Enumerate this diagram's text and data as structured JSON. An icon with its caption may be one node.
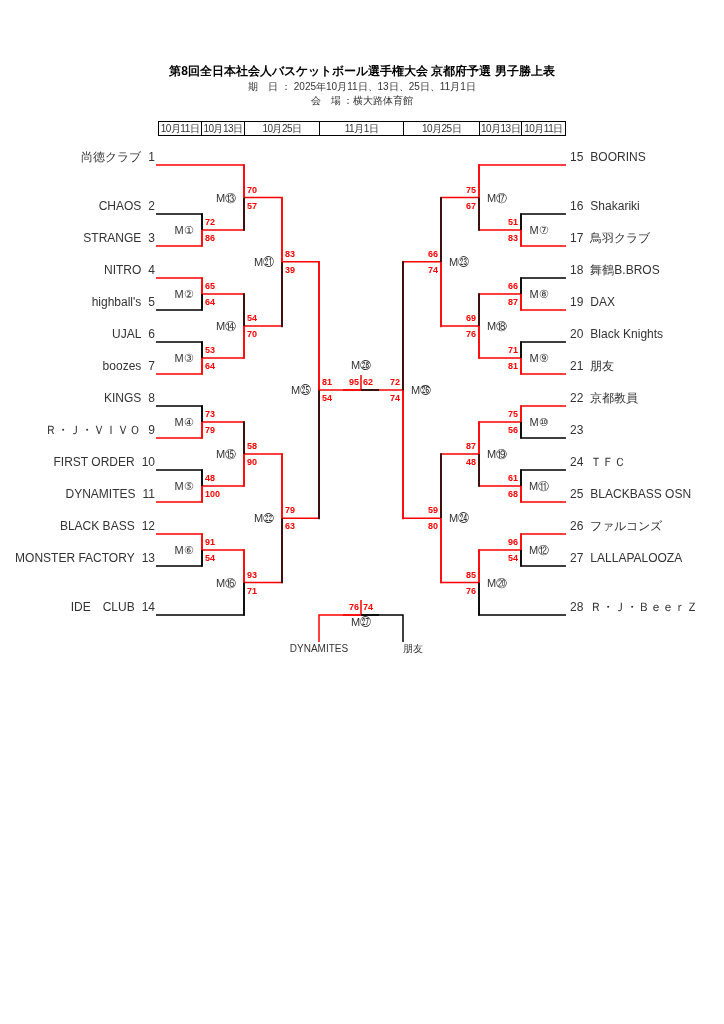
{
  "diagram": {
    "title": "第8回全日本社会人バスケットボール選手権大会 京都府予選 男子勝上表",
    "nodes": [
      {
        "text": [
          "尚徳クラブ",
          "1"
        ]
      },
      {
        "text": [
          "CHAOS",
          "2"
        ]
      },
      {
        "text": [
          "STRANGE",
          "3"
        ]
      },
      {
        "text": [
          "NITRO",
          "4"
        ]
      },
      {
        "text": [
          "highball's",
          "5"
        ]
      },
      {
        "text": [
          "UJAL",
          "6"
        ]
      },
      {
        "text": [
          "boozes",
          "7"
        ]
      },
      {
        "text": [
          "KINGS",
          "8"
        ]
      },
      {
        "text": [
          "Ｒ・Ｊ・ＶＩＶＯ",
          "9"
        ]
      },
      {
        "text": [
          "FIRST ORDER",
          "10"
        ]
      },
      {
        "text": [
          "DYNAMITES",
          "11"
        ]
      },
      {
        "text": [
          "BLACK BASS",
          "12"
        ]
      },
      {
        "text": [
          "MONSTER FACTORY",
          "13"
        ]
      },
      {
        "text": [
          "IDE　CLUB",
          "14"
        ]
      },
      {
        "text": [
          "15",
          "BOORINS"
        ]
      },
      {
        "text": [
          "16",
          "Shakariki"
        ]
      },
      {
        "text": [
          "17",
          "鳥羽クラブ"
        ]
      },
      {
        "text": [
          "18",
          "舞鶴B.BROS"
        ]
      },
      {
        "text": [
          "19",
          "DAX"
        ]
      },
      {
        "text": [
          "20",
          "Black Knights"
        ]
      },
      {
        "text": [
          "21",
          "朋友"
        ]
      },
      {
        "text": [
          "22",
          "京都教員"
        ]
      },
      {
        "text": [
          "23"
        ]
      },
      {
        "text": [
          "24",
          "ＴＦＣ"
        ]
      },
      {
        "text": [
          "25",
          "BLACKBASS OSN"
        ]
      },
      {
        "text": [
          "26",
          "ファルコンズ"
        ]
      },
      {
        "text": [
          "27",
          "LALLAPALOOZA"
        ]
      },
      {
        "text": [
          "28",
          "Ｒ・Ｊ・ＢｅｅｒＺ"
        ]
      },
      {
        "text": [
          "M①"
        ]
      },
      {
        "text": [
          "M②"
        ]
      },
      {
        "text": [
          "M③"
        ]
      },
      {
        "text": [
          "M④"
        ]
      },
      {
        "text": [
          "M⑤"
        ]
      },
      {
        "text": [
          "M⑥"
        ]
      },
      {
        "text": [
          "M⑦"
        ]
      },
      {
        "text": [
          "M⑧"
        ]
      },
      {
        "text": [
          "M⑨"
        ]
      },
      {
        "text": [
          "M⑩"
        ]
      },
      {
        "text": [
          "M⑪"
        ]
      },
      {
        "text": [
          "M⑫"
        ]
      },
      {
        "text": [
          "M⑬"
        ]
      },
      {
        "text": [
          "M⑭"
        ]
      },
      {
        "text": [
          "M⑮"
        ]
      },
      {
        "text": [
          "M⑯"
        ]
      },
      {
        "text": [
          "M⑰"
        ]
      },
      {
        "text": [
          "M⑱"
        ]
      },
      {
        "text": [
          "M⑲"
        ]
      },
      {
        "text": [
          "M⑳"
        ]
      },
      {
        "text": [
          "M㉑"
        ]
      },
      {
        "text": [
          "M㉒"
        ]
      },
      {
        "text": [
          "M㉓"
        ]
      },
      {
        "text": [
          "M㉔"
        ]
      },
      {
        "text": [
          "M㉕"
        ]
      },
      {
        "text": [
          "M㉖"
        ]
      },
      {
        "text": [
          "M㉗"
        ]
      },
      {
        "text": [
          "M㉘"
        ]
      },
      {
        "text": [
          "DYNAMITES"
        ]
      },
      {
        "text": [
          "朋友"
        ]
      }
    ],
    "edges": [
      {
        "from": 1,
        "to": 28,
        "arrow": "none",
        "label": "72",
        "color": "#000000"
      },
      {
        "from": 2,
        "to": 28,
        "arrow": "none",
        "label": "86"
      },
      {
        "from": 3,
        "to": 29,
        "arrow": "none",
        "label": "65"
      },
      {
        "from": 4,
        "to": 29,
        "arrow": "none",
        "label": "64",
        "color": "#000000"
      },
      {
        "from": 5,
        "to": 30,
        "arrow": "none",
        "label": "53",
        "color": "#000000"
      },
      {
        "from": 6,
        "to": 30,
        "arrow": "none",
        "label": "64"
      },
      {
        "from": 7,
        "to": 31,
        "arrow": "none",
        "label": "73",
        "color": "#000000"
      },
      {
        "from": 8,
        "to": 31,
        "arrow": "none",
        "label": "79"
      },
      {
        "from": 9,
        "to": 32,
        "arrow": "none",
        "label": "48",
        "color": "#000000"
      },
      {
        "from": 10,
        "to": 32,
        "arrow": "none",
        "label": "100"
      },
      {
        "from": 11,
        "to": 33,
        "arrow": "none",
        "label": "91"
      },
      {
        "from": 12,
        "to": 33,
        "arrow": "none",
        "label": "54",
        "color": "#000000"
      },
      {
        "from": 15,
        "to": 34,
        "arrow": "none",
        "label": "51",
        "color": "#000000"
      },
      {
        "from": 16,
        "to": 34,
        "arrow": "none",
        "label": "83"
      },
      {
        "from": 17,
        "to": 35,
        "arrow": "none",
        "label": "66",
        "color": "#000000"
      },
      {
        "from": 18,
        "to": 35,
        "arrow": "none",
        "label": "87"
      },
      {
        "from": 19,
        "to": 36,
        "arrow": "none",
        "label": "71",
        "color": "#000000"
      },
      {
        "from": 20,
        "to": 36,
        "arrow": "none",
        "label": "81"
      },
      {
        "from": 21,
        "to": 37,
        "arrow": "none",
        "label": "75"
      },
      {
        "from": 22,
        "to": 37,
        "arrow": "none",
        "label": "56",
        "color": "#000000"
      },
      {
        "from": 23,
        "to": 38,
        "arrow": "none",
        "label": "61",
        "color": "#000000"
      },
      {
        "from": 24,
        "to": 38,
        "arrow": "none",
        "label": "68"
      },
      {
        "from": 25,
        "to": 39,
        "arrow": "none",
        "label": "96"
      },
      {
        "from": 26,
        "to": 39,
        "arrow": "none",
        "label": "54",
        "color": "#000000"
      },
      {
        "from": 0,
        "to": 40,
        "arrow": "none",
        "label": "70"
      },
      {
        "from": 28,
        "to": 40,
        "arrow": "none",
        "label": "57"
      },
      {
        "from": 29,
        "to": 41,
        "arrow": "none",
        "label": "54"
      },
      {
        "from": 30,
        "to": 41,
        "arrow": "none",
        "label": "70"
      },
      {
        "from": 31,
        "to": 42,
        "arrow": "none",
        "label": "58"
      },
      {
        "from": 32,
        "to": 42,
        "arrow": "none",
        "label": "90"
      },
      {
        "from": 33,
        "to": 43,
        "arrow": "none",
        "label": "93"
      },
      {
        "from": 13,
        "to": 43,
        "arrow": "none",
        "label": "71",
        "color": "#000000"
      },
      {
        "from": 14,
        "to": 44,
        "arrow": "none",
        "label": "75"
      },
      {
        "from": 34,
        "to": 44,
        "arrow": "none",
        "label": "67"
      },
      {
        "from": 35,
        "to": 45,
        "arrow": "none",
        "label": "69"
      },
      {
        "from": 36,
        "to": 45,
        "arrow": "none",
        "label": "76"
      },
      {
        "from": 37,
        "to": 46,
        "arrow": "none",
        "label": "87"
      },
      {
        "from": 38,
        "to": 46,
        "arrow": "none",
        "label": "48"
      },
      {
        "from": 39,
        "to": 47,
        "arrow": "none",
        "label": "85"
      },
      {
        "from": 27,
        "to": 47,
        "arrow": "none",
        "label": "76",
        "color": "#000000"
      },
      {
        "from": 40,
        "to": 48,
        "arrow": "none",
        "label": "83"
      },
      {
        "from": 41,
        "to": 48,
        "arrow": "none",
        "label": "39"
      },
      {
        "from": 42,
        "to": 49,
        "arrow": "none",
        "label": "79"
      },
      {
        "from": 43,
        "to": 49,
        "arrow": "none",
        "label": "63"
      },
      {
        "from": 44,
        "to": 50,
        "arrow": "none",
        "label": "66"
      },
      {
        "from": 45,
        "to": 50,
        "arrow": "none",
        "label": "74"
      },
      {
        "from": 46,
        "to": 51,
        "arrow": "none",
        "label": "59"
      },
      {
        "from": 47,
        "to": 51,
        "arrow": "none",
        "label": "80"
      },
      {
        "from": 48,
        "to": 52,
        "arrow": "none",
        "label": "81"
      },
      {
        "from": 49,
        "to": 52,
        "arrow": "none",
        "label": "54"
      },
      {
        "from": 50,
        "to": 53,
        "arrow": "none",
        "label": "72"
      },
      {
        "from": 51,
        "to": 53,
        "arrow": "none",
        "label": "74"
      },
      {
        "from": 56,
        "to": 54,
        "arrow": "none",
        "label": "76"
      },
      {
        "from": 57,
        "to": 54,
        "arrow": "none",
        "label": "74",
        "color": "#000000"
      },
      {
        "from": 52,
        "to": 55,
        "arrow": "none",
        "label": "95"
      },
      {
        "from": 53,
        "to": 55,
        "arrow": "none",
        "label": "62"
      }
    ],
    "labels": [
      "期　日 ： 2025年10月11日、13日、25日、11月1日",
      "会　場 ：横大路体育館",
      "10月11日",
      "10月13日",
      "10月25日",
      "11月1日",
      "10月25日",
      "10月13日",
      "10月11日"
    ]
  }
}
